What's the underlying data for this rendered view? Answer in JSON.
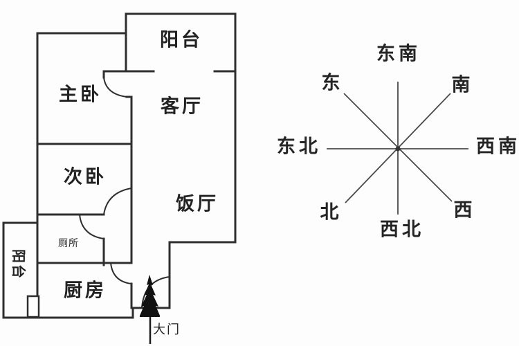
{
  "floorplan": {
    "rooms": [
      {
        "id": "balcony-top",
        "label": "阳台"
      },
      {
        "id": "master-bedroom",
        "label": "主卧"
      },
      {
        "id": "living-room",
        "label": "客厅"
      },
      {
        "id": "second-bedroom",
        "label": "次卧"
      },
      {
        "id": "dining-room",
        "label": "饭厅"
      },
      {
        "id": "bathroom",
        "label": "厕所"
      },
      {
        "id": "kitchen",
        "label": "厨房"
      },
      {
        "id": "balcony-side",
        "label": "阳台"
      }
    ],
    "entrance_label": "大门"
  },
  "compass": {
    "labels": {
      "top": "东南",
      "upper_left": "东",
      "upper_right": "南",
      "left": "东北",
      "right": "西南",
      "lower_left": "北",
      "lower_right": "西",
      "bottom": "西北"
    }
  },
  "colors": {
    "wall": "#2e2e2e",
    "text": "#222222",
    "compass_line": "#4a4a4a",
    "door_marker": "#111111",
    "background": "#fdfdfd"
  }
}
